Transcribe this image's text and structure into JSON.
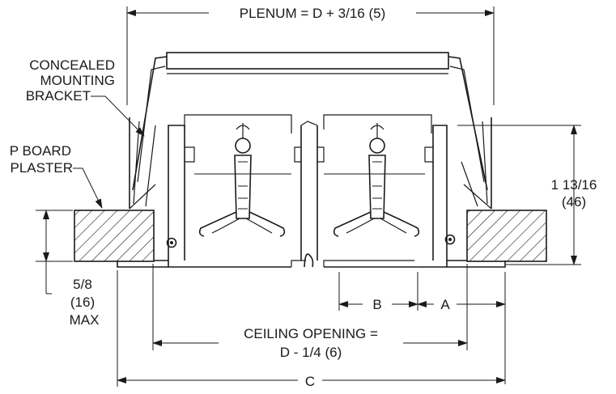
{
  "labels": {
    "plenum": "PLENUM = D + 3/16 (5)",
    "bracket_l1": "CONCEALED",
    "bracket_l2": "MOUNTING",
    "bracket_l3": "BRACKET",
    "board_l1": "P BOARD",
    "board_l2": "PLASTER",
    "height_l1": "1 13/16",
    "height_l2": "(46)",
    "max_l1": "5/8",
    "max_l2": "(16)",
    "max_l3": "MAX",
    "dim_b": "B",
    "dim_a": "A",
    "opening_l1": "CEILING OPENING =",
    "opening_l2": "D - 1/4 (6)",
    "dim_c": "C"
  }
}
